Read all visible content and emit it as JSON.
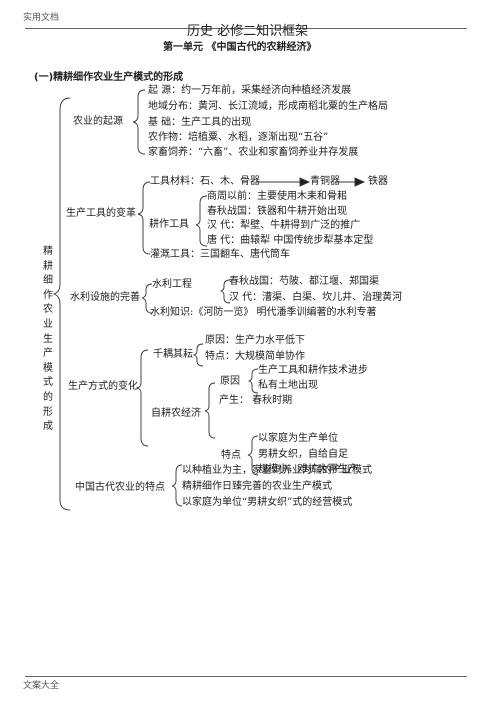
{
  "header": "实用文档",
  "footer": "文案大全",
  "title": "历史  必修二知识框架",
  "unit": "第一单元   《中国古代的农耕经济》",
  "section": "(一)精耕细作农业生产模式的形成",
  "side_label": [
    "精",
    "耕",
    "细",
    "作",
    "农",
    "业",
    "生",
    "产",
    "模",
    "式",
    "的",
    "形",
    "成"
  ],
  "origin": {
    "label": "农业的起源",
    "items": [
      "起   源：约一万年前，采集经济向种植经济发展",
      "地域分布：黄河、长江流域，形成南稻北粟的生产格局",
      "基   础：生产工具的出现",
      "农作物：培植粟、水稻，逐渐出现“五谷”",
      "家畜饲养：“六畜”、农业和家畜饲养业并存发展"
    ]
  },
  "tools": {
    "label": "生产工具的变革",
    "material_label": "工具材料：石、木、骨器",
    "material_bronze": "青铜器",
    "material_iron": "铁器",
    "farm_label": "耕作工具",
    "farm_items": [
      "商周以前：主要使用木耒和骨耜",
      "春秋战国：铁器和牛耕开始出现",
      "汉   代：犁壁、牛耕得到广泛的推广",
      "唐   代：曲辕犁   中国传统步犁基本定型"
    ],
    "irrigation": "灌溉工具：三国翻车、唐代筒车"
  },
  "water": {
    "label": "水利设施的完善",
    "project_label": "水利工程",
    "project_items": [
      "春秋战国：芍陂、都江堰、郑国渠",
      "汉   代：漕渠、白渠、坎儿井、治理黄河"
    ],
    "knowledge": "水利知识:《河防一览》   明代潘季训编著的水利专著"
  },
  "mode": {
    "label": "生产方式的变化",
    "qianou_label": "千耦其耘",
    "qianou_items": [
      "原因：生产力水平低下",
      "特点：大规模简单协作"
    ],
    "self_label": "自耕农经济",
    "cause_label": "原因",
    "cause_items": [
      "生产工具和耕作技术进步",
      "私有土地出现"
    ],
    "produced": "产生：  春秋时期",
    "feature_label": "特点",
    "feature_items": [
      "以家庭为生产单位",
      "男耕女织，自给自足",
      "规模小，难扩大再生产"
    ]
  },
  "features": {
    "label": "中国古代农业的特点",
    "items": [
      "以种植业为主，家畜饲养业为辅的产业模式",
      "精耕细作日臻完善的农业生产模式",
      "以家庭为单位“男耕女织”式的经营模式"
    ]
  }
}
